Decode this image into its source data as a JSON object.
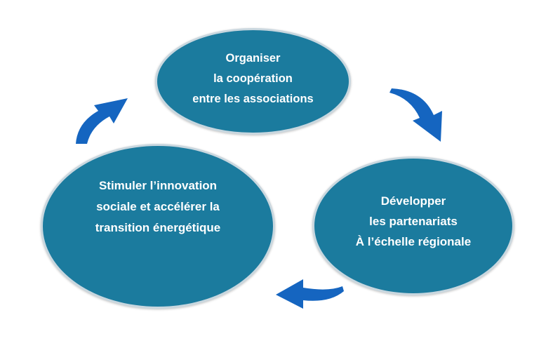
{
  "diagram": {
    "nodes": [
      {
        "id": "cooperation",
        "lines": [
          "Organiser",
          "la coopération",
          "entre les associations"
        ]
      },
      {
        "id": "partenariats",
        "lines": [
          "Développer",
          "les partenariats",
          "À l’échelle régionale"
        ]
      },
      {
        "id": "innovation",
        "lines": [
          "Stimuler l’innovation",
          "sociale et accélérer la",
          "transition énergétique"
        ]
      }
    ],
    "edges": [
      {
        "from": "cooperation",
        "to": "partenariats"
      },
      {
        "from": "partenariats",
        "to": "innovation"
      },
      {
        "from": "innovation",
        "to": "cooperation"
      }
    ],
    "colors": {
      "node_fill": "#1b7b9e",
      "node_border": "#c9d7df",
      "text": "#ffffff",
      "arrow": "#1565c0"
    }
  }
}
